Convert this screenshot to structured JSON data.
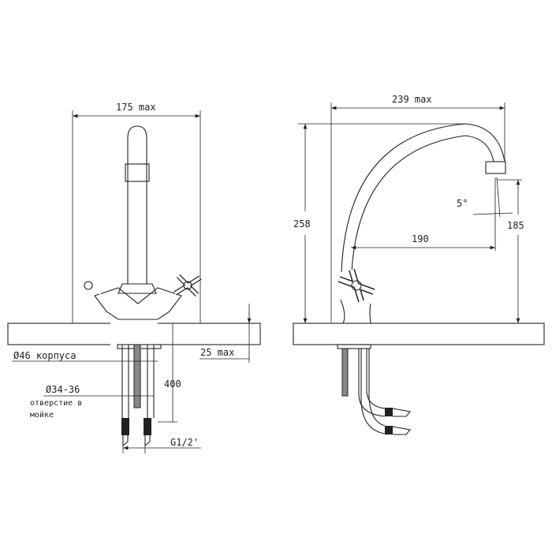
{
  "front_view": {
    "width_label": "175 max",
    "body_diameter_label": "Ø46 корпуса",
    "countertop_thickness_label": "25 max",
    "hose_length_label": "400",
    "hole_diameter_label": "Ø34-36",
    "hole_note_line1": "отверстие в",
    "hole_note_line2": "мойке",
    "thread_label": "G1/2'"
  },
  "side_view": {
    "reach_max_label": "239 max",
    "height_label": "258",
    "angle_label": "5°",
    "reach_label": "190",
    "spout_height_label": "185"
  }
}
